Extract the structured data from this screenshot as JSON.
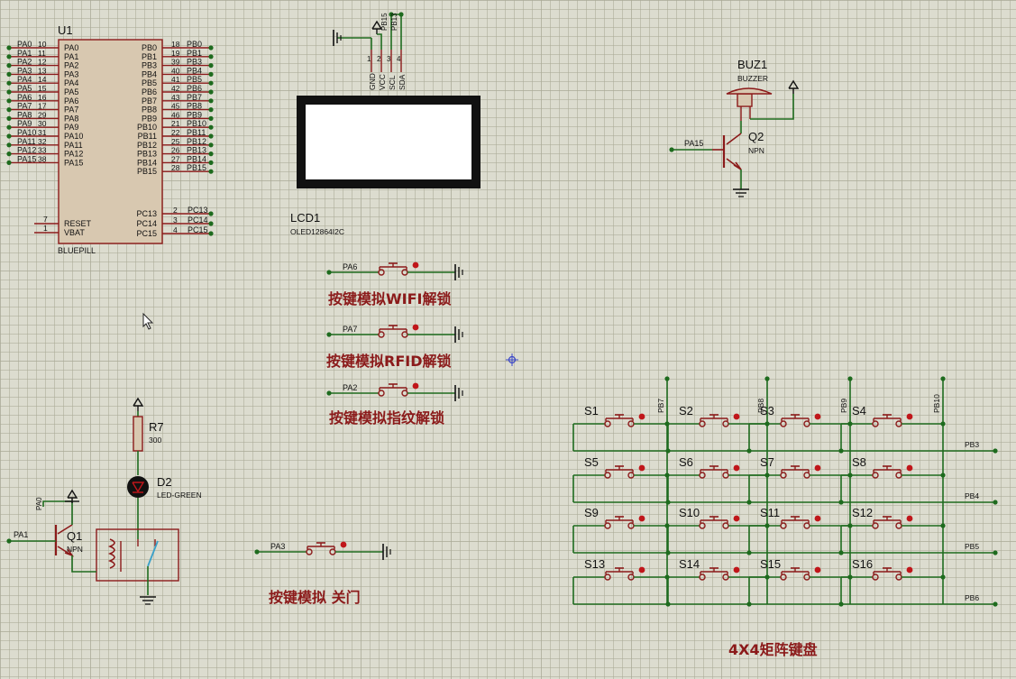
{
  "colors": {
    "wire": "#1e6b1e",
    "part": "#8b1a1a",
    "body": "#d8c8b0",
    "label": "#8b1a1a",
    "text": "#111111",
    "background": "#dcdccf"
  },
  "mcu": {
    "ref": "U1",
    "name": "BLUEPILL",
    "left_pins": [
      {
        "net": "PA0",
        "num": "10",
        "name": "PA0"
      },
      {
        "net": "PA1",
        "num": "11",
        "name": "PA1"
      },
      {
        "net": "PA2",
        "num": "12",
        "name": "PA2"
      },
      {
        "net": "PA3",
        "num": "13",
        "name": "PA3"
      },
      {
        "net": "PA4",
        "num": "14",
        "name": "PA4"
      },
      {
        "net": "PA5",
        "num": "15",
        "name": "PA5"
      },
      {
        "net": "PA6",
        "num": "16",
        "name": "PA6"
      },
      {
        "net": "PA7",
        "num": "17",
        "name": "PA7"
      },
      {
        "net": "PA8",
        "num": "29",
        "name": "PA8"
      },
      {
        "net": "PA9",
        "num": "30",
        "name": "PA9"
      },
      {
        "net": "PA10",
        "num": "31",
        "name": "PA10"
      },
      {
        "net": "PA11",
        "num": "32",
        "name": "PA11"
      },
      {
        "net": "PA12",
        "num": "33",
        "name": "PA12"
      },
      {
        "net": "PA15",
        "num": "38",
        "name": "PA15"
      }
    ],
    "left_bottom_pins": [
      {
        "num": "7",
        "name": "RESET"
      },
      {
        "num": "1",
        "name": "VBAT"
      }
    ],
    "right_pins": [
      {
        "net": "PB0",
        "num": "18",
        "name": "PB0"
      },
      {
        "net": "PB1",
        "num": "19",
        "name": "PB1"
      },
      {
        "net": "PB3",
        "num": "39",
        "name": "PB3"
      },
      {
        "net": "PB4",
        "num": "40",
        "name": "PB4"
      },
      {
        "net": "PB5",
        "num": "41",
        "name": "PB5"
      },
      {
        "net": "PB6",
        "num": "42",
        "name": "PB6"
      },
      {
        "net": "PB7",
        "num": "43",
        "name": "PB7"
      },
      {
        "net": "PB8",
        "num": "45",
        "name": "PB8"
      },
      {
        "net": "PB9",
        "num": "46",
        "name": "PB9"
      },
      {
        "net": "PB10",
        "num": "21",
        "name": "PB10"
      },
      {
        "net": "PB11",
        "num": "22",
        "name": "PB11"
      },
      {
        "net": "PB12",
        "num": "25",
        "name": "PB12"
      },
      {
        "net": "PB13",
        "num": "26",
        "name": "PB13"
      },
      {
        "net": "PB14",
        "num": "27",
        "name": "PB14"
      },
      {
        "net": "PB15",
        "num": "28",
        "name": "PB15"
      }
    ],
    "right_bottom_pins": [
      {
        "net": "PC13",
        "num": "2",
        "name": "PC13"
      },
      {
        "net": "PC14",
        "num": "3",
        "name": "PC14"
      },
      {
        "net": "PC15",
        "num": "4",
        "name": "PC15"
      }
    ]
  },
  "lcd": {
    "ref": "LCD1",
    "model": "OLED12864I2C",
    "top_nets": [
      "PB15",
      "PB13"
    ],
    "pins": [
      {
        "num": "1",
        "name": "GND"
      },
      {
        "num": "2",
        "name": "VCC"
      },
      {
        "num": "3",
        "name": "SCL"
      },
      {
        "num": "4",
        "name": "SDA"
      }
    ]
  },
  "buzzer": {
    "ref": "BUZ1",
    "model": "BUZZER",
    "transistor_ref": "Q2",
    "transistor_type": "NPN",
    "base_net": "PA15"
  },
  "buttons": [
    {
      "net": "PA6",
      "caption": "按键模拟WIFI解锁"
    },
    {
      "net": "PA7",
      "caption": "按键模拟RFID解锁"
    },
    {
      "net": "PA2",
      "caption": "按键模拟指纹解锁"
    },
    {
      "net": "PA3",
      "caption": "按键模拟 关门"
    }
  ],
  "relay": {
    "resistor_ref": "R7",
    "resistor_value": "300",
    "led_ref": "D2",
    "led_model": "LED-GREEN",
    "transistor_ref": "Q1",
    "transistor_type": "NPN",
    "base_net": "PA1",
    "top_net": "PA0"
  },
  "keypad": {
    "title": "4X4矩阵键盘",
    "column_nets": [
      "PB7",
      "PB8",
      "PB9",
      "PB10"
    ],
    "row_nets": [
      "PB3",
      "PB4",
      "PB5",
      "PB6"
    ],
    "switches": [
      "S1",
      "S2",
      "S3",
      "S4",
      "S5",
      "S6",
      "S7",
      "S8",
      "S9",
      "S10",
      "S11",
      "S12",
      "S13",
      "S14",
      "S15",
      "S16"
    ]
  }
}
